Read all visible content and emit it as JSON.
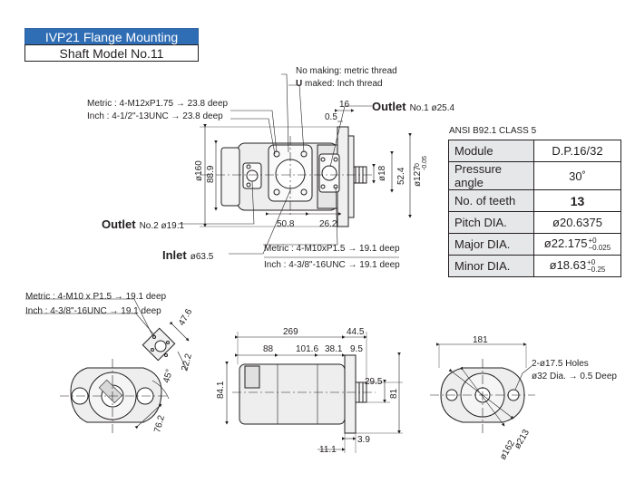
{
  "header": {
    "title": "IVP21 Flange Mounting",
    "subtitle": "Shaft Model No.11"
  },
  "notes": {
    "no_making": "No making: metric thread",
    "u_mark": "U",
    "u_rest": " maked: Inch thread",
    "metric_m12": "Metric : 4-M12xP1.75 → 23.8 deep",
    "inch_12unc": "Inch : 4-1/2\"-13UNC → 23.8 deep",
    "metric_m10": "Metric : 4-M10xP1.5 → 19.1 deep",
    "inch_16unc": "Inch : 4-3/8\"-16UNC → 19.1 deep",
    "metric_m10b": "Metric : 4-M10 x P1.5 → 19.1 deep",
    "inch_16uncb": "Inch : 4-3/8\"-16UNC → 19.1 deep",
    "holes": "2-ø17.5 Holes",
    "holes_dia": "ø32 Dia. → 0.5 Deep"
  },
  "labels": {
    "outlet1_bold": "Outlet",
    "outlet1_rest": "No.1 ø25.4",
    "outlet2_bold": "Outlet",
    "outlet2_rest": "No.2 ø19.1",
    "inlet_bold": "Inlet",
    "inlet_rest": "ø63.5"
  },
  "dims": {
    "d16": "16",
    "d05": "0.5",
    "d160": "ø160",
    "d889": "88.9",
    "d508": "50.8",
    "d262": "26.2",
    "d18": "ø18",
    "d524": "52.4",
    "d127": "ø127",
    "d127tol_top": "0",
    "d127tol_bot": "-0.05",
    "d476": "47.6",
    "d222": "22.2",
    "d45": "45°",
    "d762": "76.2",
    "d269": "269",
    "d445": "44.5",
    "d88": "88",
    "d1016": "101.6",
    "d381": "38.1",
    "d95": "9.5",
    "d841": "84.1",
    "d295": "29.5",
    "d81": "81",
    "d111": "11.1",
    "d39": "3.9",
    "d181": "181",
    "d213": "ø213",
    "d162": "ø162"
  },
  "spec": {
    "standard": "ANSI  B92.1 CLASS 5",
    "rows": [
      {
        "key": "Module",
        "val": "D.P.16/32"
      },
      {
        "key": "Pressure angle",
        "val": "30˚"
      },
      {
        "key": "No. of teeth",
        "val": "13"
      },
      {
        "key": "Pitch DIA.",
        "val": "ø20.6375"
      },
      {
        "key": "Major DIA.",
        "val": "ø22.175",
        "tol_top": "+0",
        "tol_bot": "−0.025"
      },
      {
        "key": "Minor DIA.",
        "val": "ø18.63",
        "tol_top": "+0",
        "tol_bot": "−0.25"
      }
    ]
  }
}
